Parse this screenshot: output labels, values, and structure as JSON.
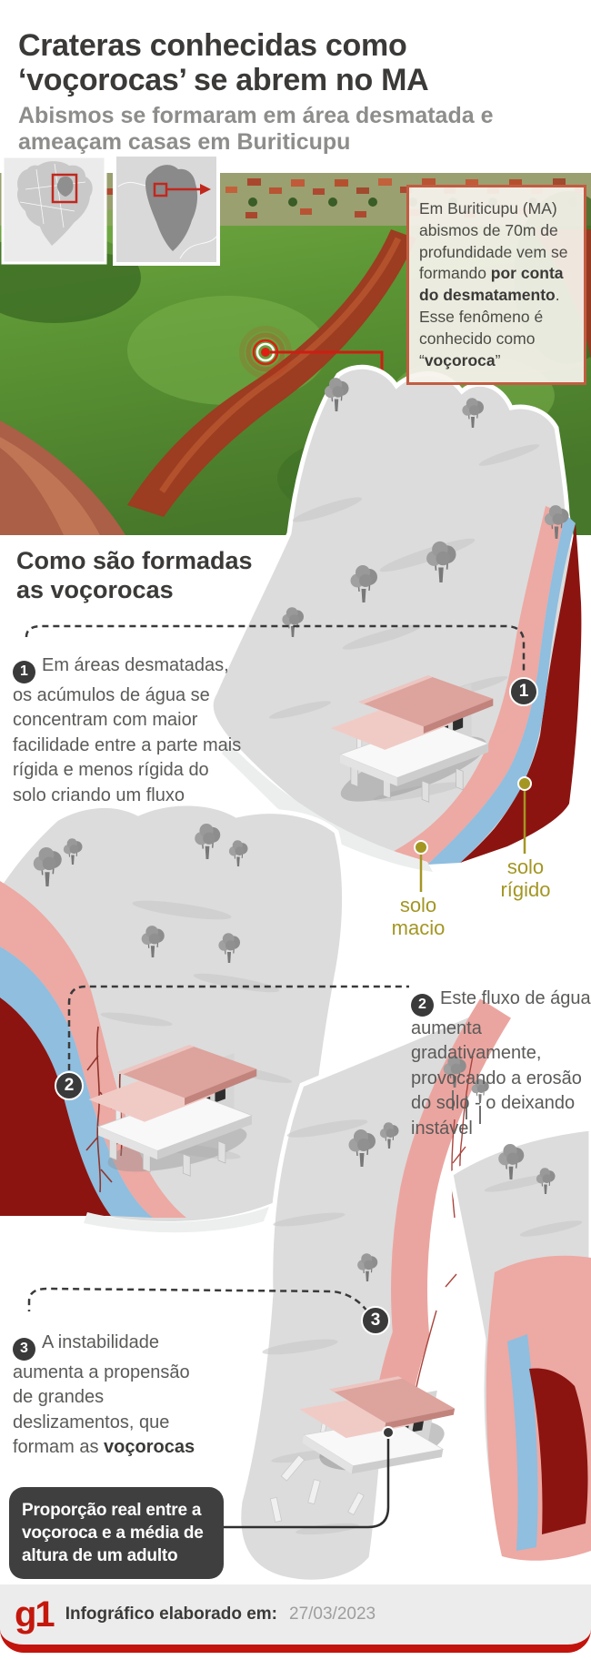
{
  "header": {
    "title": "Crateras conhecidas como ‘voçorocas’ se abrem no MA",
    "subtitle": "Abismos se formaram em área desmatada e ameaçam casas em Buriticupu"
  },
  "photo_callout": {
    "text_1": "Em Buriticupu (MA) abismos de 70m de profundidade vem se formando ",
    "bold_1": "por conta do desmatamento",
    "text_2": ". Esse fenômeno é conhecido como “",
    "bold_2": "voçoroca",
    "text_3": "”"
  },
  "section": {
    "heading": "Como são formadas\nas voçorocas"
  },
  "steps": [
    {
      "number": "1",
      "text": "Em áreas desmatadas, os acúmulos de água se concentram com maior facilidade entre a parte mais rígida e menos rígida do solo criando um fluxo",
      "bold": ""
    },
    {
      "number": "2",
      "text": "Este fluxo de água  aumenta gradativamente, provocando a erosão do solo - o deixando instável",
      "bold": ""
    },
    {
      "number": "3",
      "text": "A instabilidade aumenta a propensão de grandes deslizamentos, que formam as ",
      "bold": "voçorocas"
    }
  ],
  "soil_labels": {
    "soft": "solo\nmacio",
    "rigid": "solo\nrígido"
  },
  "scale_note": "Proporção real entre a voçoroca e a média de altura de um adulto",
  "footer": {
    "logo": "g1",
    "label": "Infográfico elaborado em:",
    "date": "27/03/2023"
  },
  "colors": {
    "accent_red": "#c2140d",
    "callout_border": "#c35c41",
    "soil_soft_pink": "#eda9a3",
    "water_blue": "#8fbedf",
    "soil_rigid_red": "#8b1410",
    "label_gold": "#a39623",
    "badge_dark": "#3a3a3a"
  }
}
